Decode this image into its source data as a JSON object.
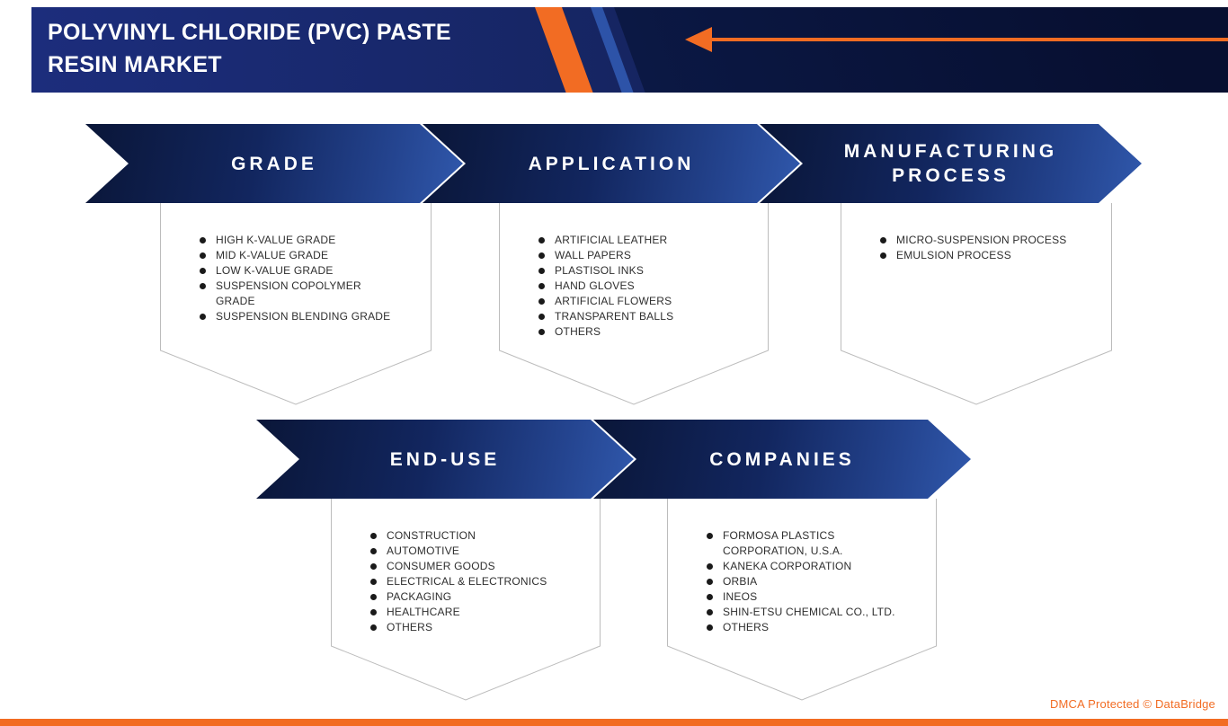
{
  "header": {
    "title_line1": "POLYVINYL CHLORIDE (PVC) PASTE",
    "title_line2": "RESIN MARKET"
  },
  "colors": {
    "navy_dark": "#0a1638",
    "navy_light": "#3058ac",
    "accent_orange": "#f26c23",
    "panel_border": "#bcbcbc"
  },
  "icons": {
    "bullet": "filled-circle",
    "header_arrow": "left-arrow-with-line"
  },
  "segments": [
    {
      "id": "grade",
      "label": "GRADE",
      "items": [
        "HIGH K-VALUE GRADE",
        "MID K-VALUE GRADE",
        "LOW K-VALUE GRADE",
        "SUSPENSION COPOLYMER\nGRADE",
        "SUSPENSION BLENDING GRADE"
      ]
    },
    {
      "id": "application",
      "label": "APPLICATION",
      "items": [
        "ARTIFICIAL LEATHER",
        "WALL PAPERS",
        "PLASTISOL INKS",
        "HAND GLOVES",
        "ARTIFICIAL FLOWERS",
        "TRANSPARENT BALLS",
        "OTHERS"
      ]
    },
    {
      "id": "manufacturing-process",
      "label": "MANUFACTURING PROCESS",
      "items": [
        "MICRO-SUSPENSION PROCESS",
        "EMULSION PROCESS"
      ]
    },
    {
      "id": "end-use",
      "label": "END-USE",
      "items": [
        "CONSTRUCTION",
        "AUTOMOTIVE",
        "CONSUMER GOODS",
        "ELECTRICAL & ELECTRONICS",
        "PACKAGING",
        "HEALTHCARE",
        "OTHERS"
      ]
    },
    {
      "id": "companies",
      "label": "COMPANIES",
      "items": [
        "FORMOSA PLASTICS\nCORPORATION, U.S.A.",
        "KANEKA CORPORATION",
        "ORBIA",
        "INEOS",
        "SHIN-ETSU CHEMICAL CO., LTD.",
        "OTHERS"
      ]
    }
  ],
  "footer": {
    "dmca": "DMCA Protected © DataBridge"
  }
}
